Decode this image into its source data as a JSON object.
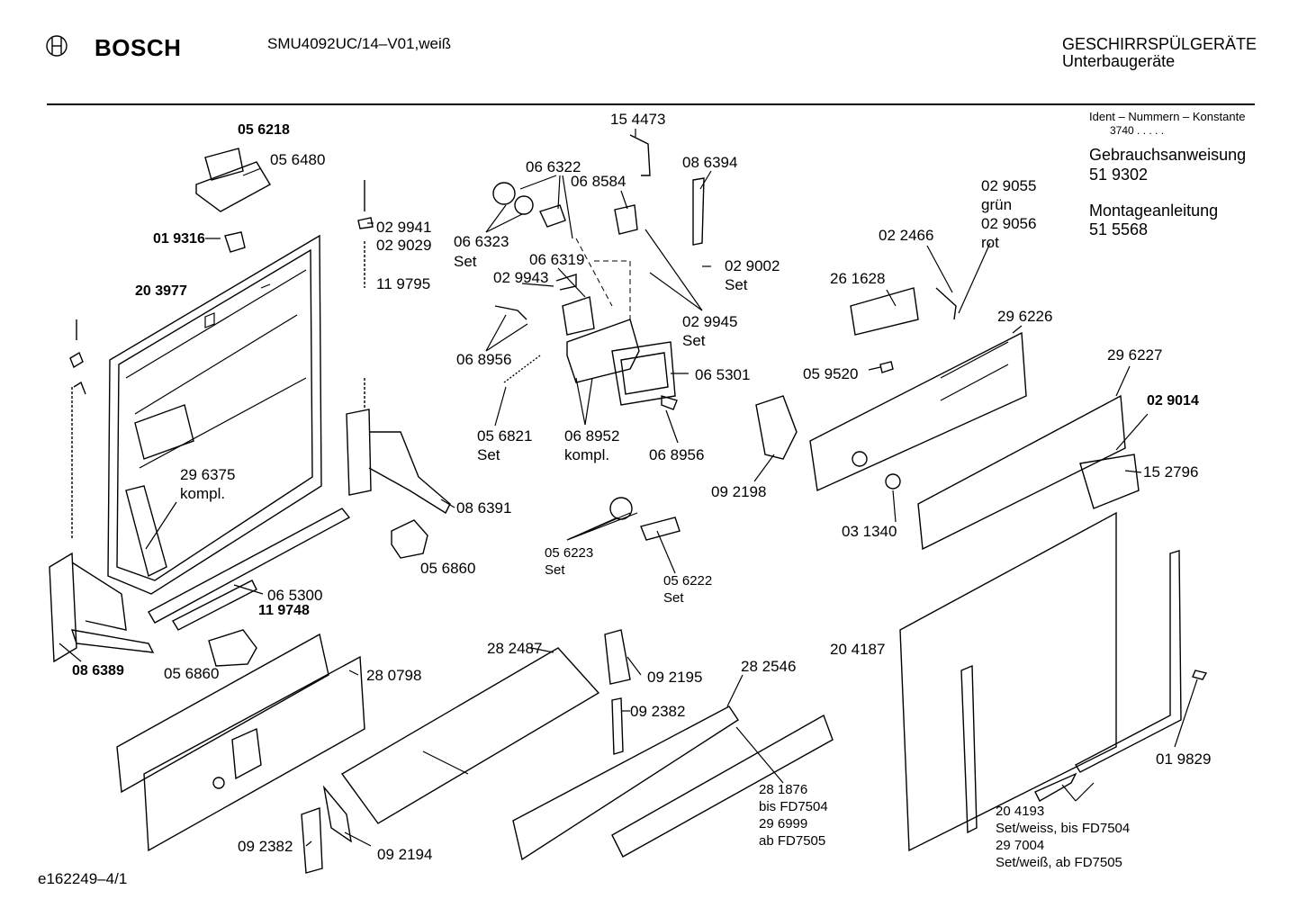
{
  "header": {
    "brand": "BOSCH",
    "model": "SMU4092UC/14–V01,weiß",
    "category": "GESCHIRRSPÜLGERÄTE",
    "subcategory": "Unterbaugeräte"
  },
  "info": {
    "ident_label": "Ident – Nummern – Konstante",
    "ident_value": "3740 . . . . .",
    "manual_label": "Gebrauchsanweisung",
    "manual_number": "51 9302",
    "assembly_label": "Montageanleitung",
    "assembly_number": "51 5568"
  },
  "footer": {
    "drawing_id": "e162249–4/1"
  },
  "parts": {
    "p056218": "05 6218",
    "p056480": "05 6480",
    "p019316": "01 9316",
    "p203977": "20 3977",
    "p029941": "02 9941",
    "p029029": "02 9029",
    "p119795": "11 9795",
    "p154473": "15 4473",
    "p066322": "06 6322",
    "p068584": "06 8584",
    "p086394": "08 6394",
    "p066323": "06 6323",
    "p066323_set": "Set",
    "p066319": "06 6319",
    "p029943": "02 9943",
    "p029002": "02 9002",
    "p029002_set": "Set",
    "p029945": "02 9945",
    "p029945_set": "Set",
    "p068956a": "06 8956",
    "p065301": "06 5301",
    "p056821": "05 6821",
    "p056821_set": "Set",
    "p068952": "06 8952",
    "p068952_kompl": "kompl.",
    "p068956b": "06 8956",
    "p029055": "02 9055",
    "p029055_color": "grün",
    "p029056": "02 9056",
    "p029056_color": "rot",
    "p022466": "02 2466",
    "p261628": "26 1628",
    "p296226": "29 6226",
    "p059520": "05 9520",
    "p296227": "29 6227",
    "p029014": "02 9014",
    "p092198": "09 2198",
    "p152796": "15 2796",
    "p031340": "03 1340",
    "p296375": "29 6375",
    "p296375_kompl": "kompl.",
    "p086391": "08 6391",
    "p056860a": "05 6860",
    "p056223": "05 6223",
    "p056223_set": "Set",
    "p056222": "05 6222",
    "p056222_set": "Set",
    "p065300": "06 5300",
    "p119748": "11 9748",
    "p086389": "08 6389",
    "p056860b": "05 6860",
    "p280798": "28 0798",
    "p282487": "28 2487",
    "p092195": "09 2195",
    "p282546": "28 2546",
    "p204187": "20 4187",
    "p092382a": "09 2382",
    "p019829": "01 9829",
    "p281876": "28 1876",
    "p281876_note1": "bis FD7504",
    "p296999": "29 6999",
    "p296999_note": "ab FD7505",
    "p204193": "20 4193",
    "p204193_note": "Set/weiss, bis FD7504",
    "p297004": "29 7004",
    "p297004_note": "Set/weiß, ab FD7505",
    "p092382b": "09 2382",
    "p092194": "09 2194"
  }
}
